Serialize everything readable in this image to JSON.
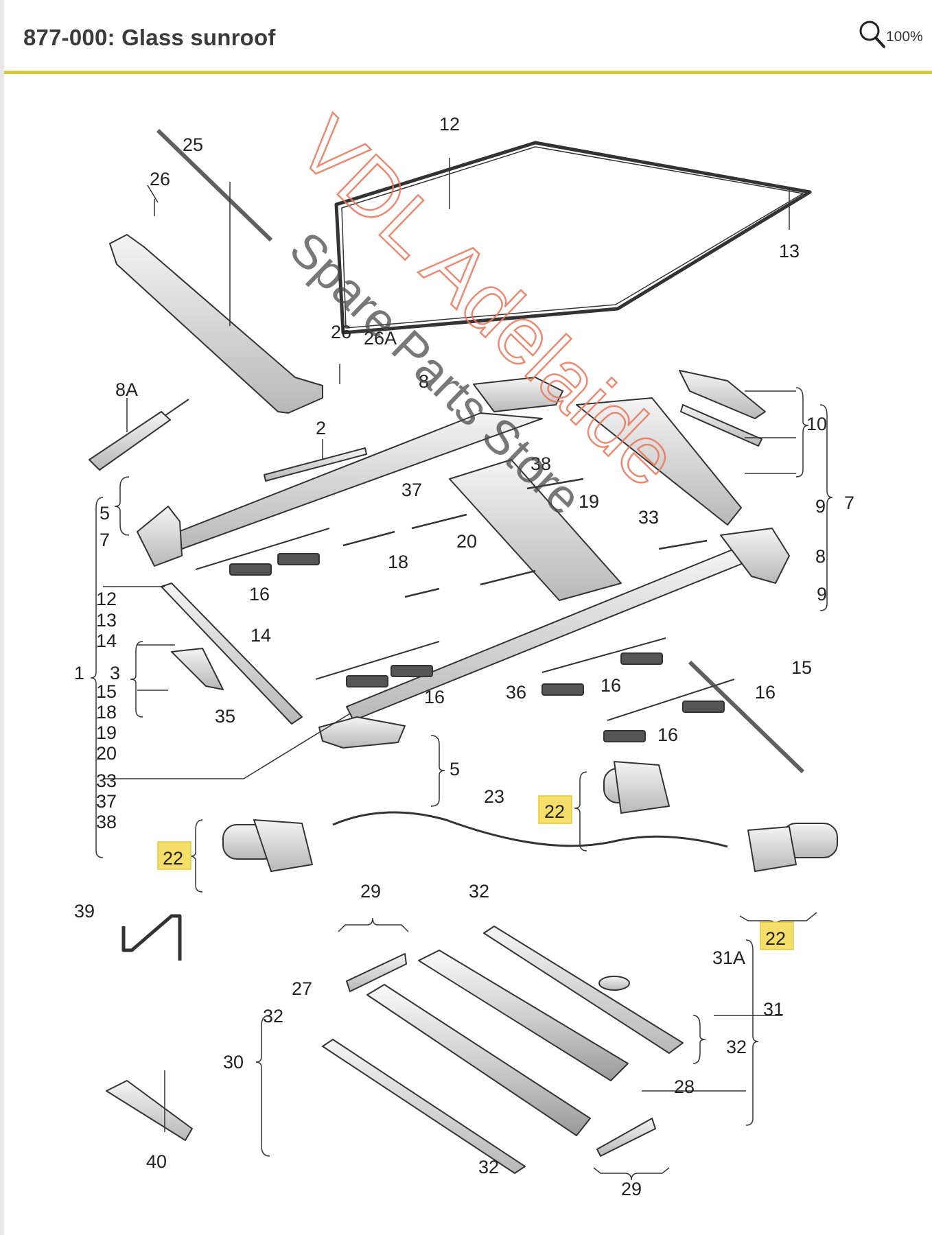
{
  "header": {
    "title": "877-000: Glass sunroof",
    "zoom_label": "100%",
    "zoom_icon": "magnifier-icon"
  },
  "watermark": {
    "line1": "VDL Adelaide",
    "line2": "Spare Parts Store",
    "color": "#e8765a"
  },
  "colors": {
    "accent_rule": "#d8c83e",
    "highlight": "#f5df6a"
  },
  "callouts": [
    "12",
    "13",
    "25",
    "26",
    "26",
    "26A",
    "8",
    "8A",
    "2",
    "10",
    "38",
    "37",
    "9",
    "7",
    "19",
    "33",
    "5",
    "7",
    "20",
    "18",
    "8",
    "16",
    "9",
    "12",
    "13",
    "14",
    "14",
    "1",
    "3",
    "15",
    "18",
    "19",
    "20",
    "33",
    "37",
    "38",
    "15",
    "16",
    "16",
    "35",
    "36",
    "16",
    "16",
    "5",
    "23",
    "22",
    "22",
    "22",
    "39",
    "29",
    "32",
    "31A",
    "27",
    "31",
    "32",
    "30",
    "32",
    "28",
    "40",
    "32",
    "29"
  ]
}
